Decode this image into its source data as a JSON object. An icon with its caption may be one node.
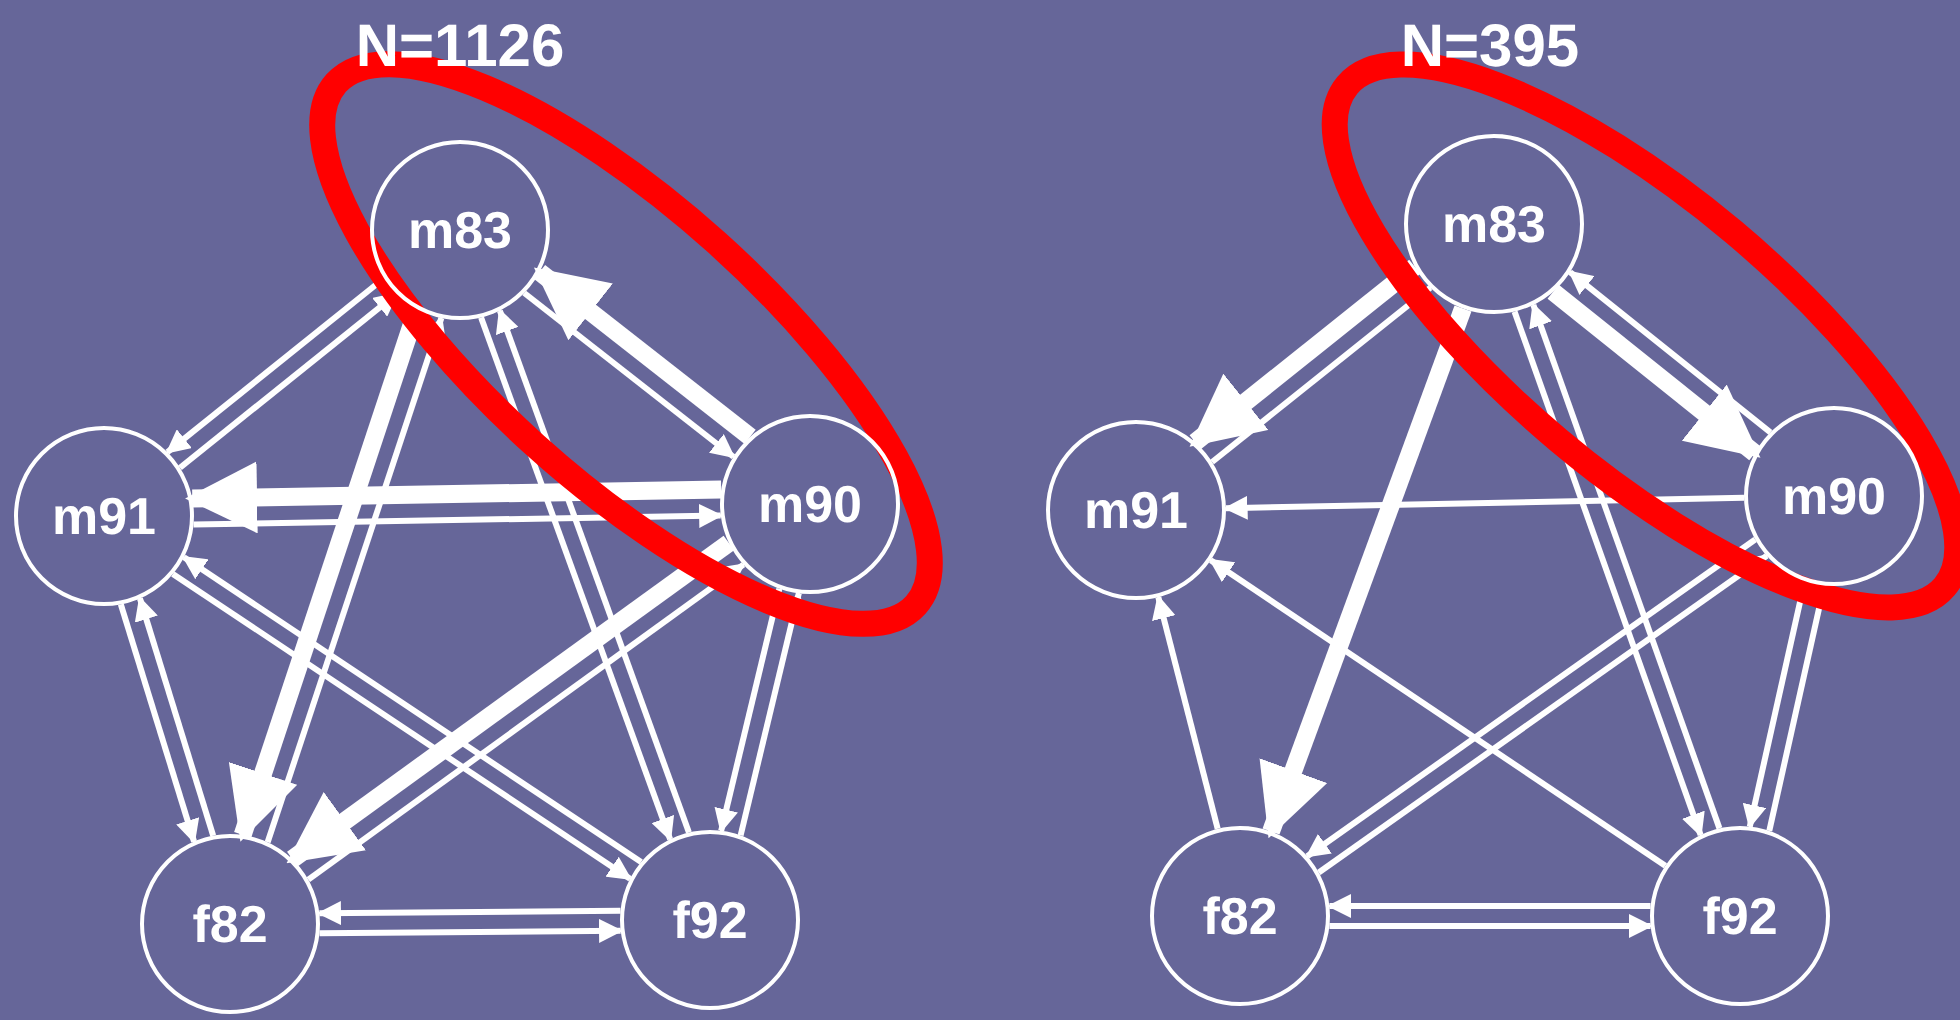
{
  "diagram": {
    "nodes": [
      {
        "text": [
          "m83"
        ]
      },
      {
        "text": [
          "m91"
        ]
      },
      {
        "text": [
          "m90"
        ]
      },
      {
        "text": [
          "f82"
        ]
      },
      {
        "text": [
          "f92"
        ]
      },
      {
        "text": [
          "m83"
        ]
      },
      {
        "text": [
          "m91"
        ]
      },
      {
        "text": [
          "m90"
        ]
      },
      {
        "text": [
          "f82"
        ]
      },
      {
        "text": [
          "f92"
        ]
      }
    ],
    "edges": [
      {
        "from": 1,
        "to": 0,
        "arrow": "to"
      },
      {
        "from": 0,
        "to": 1,
        "arrow": "to"
      },
      {
        "from": 1,
        "to": 2,
        "arrow": "to"
      },
      {
        "from": 2,
        "to": 1,
        "arrow": "to",
        "style": "thick"
      },
      {
        "from": 2,
        "to": 0,
        "arrow": "to",
        "style": "thick"
      },
      {
        "from": 0,
        "to": 2,
        "arrow": "to"
      },
      {
        "from": 0,
        "to": 3,
        "arrow": "to",
        "style": "thick"
      },
      {
        "from": 3,
        "to": 0,
        "arrow": "to"
      },
      {
        "from": 0,
        "to": 4,
        "arrow": "to"
      },
      {
        "from": 4,
        "to": 0,
        "arrow": "to"
      },
      {
        "from": 2,
        "to": 3,
        "arrow": "to",
        "style": "thick"
      },
      {
        "from": 3,
        "to": 2,
        "arrow": "to"
      },
      {
        "from": 2,
        "to": 4,
        "arrow": "to"
      },
      {
        "from": 4,
        "to": 2,
        "arrow": "to"
      },
      {
        "from": 1,
        "to": 3,
        "arrow": "to"
      },
      {
        "from": 3,
        "to": 1,
        "arrow": "to"
      },
      {
        "from": 1,
        "to": 4,
        "arrow": "to"
      },
      {
        "from": 4,
        "to": 1,
        "arrow": "to"
      },
      {
        "from": 3,
        "to": 4,
        "arrow": "to"
      },
      {
        "from": 4,
        "to": 3,
        "arrow": "to"
      },
      {
        "from": 5,
        "to": 6,
        "arrow": "to",
        "style": "thick"
      },
      {
        "from": 6,
        "to": 5,
        "arrow": "to"
      },
      {
        "from": 7,
        "to": 6,
        "arrow": "to"
      },
      {
        "from": 5,
        "to": 7,
        "arrow": "to",
        "style": "thick"
      },
      {
        "from": 7,
        "to": 5,
        "arrow": "to"
      },
      {
        "from": 5,
        "to": 8,
        "arrow": "to",
        "style": "thick"
      },
      {
        "from": 5,
        "to": 9,
        "arrow": "to"
      },
      {
        "from": 9,
        "to": 5,
        "arrow": "to"
      },
      {
        "from": 8,
        "to": 7,
        "arrow": "to"
      },
      {
        "from": 7,
        "to": 8,
        "arrow": "to"
      },
      {
        "from": 9,
        "to": 7,
        "arrow": "to"
      },
      {
        "from": 7,
        "to": 9,
        "arrow": "to"
      },
      {
        "from": 8,
        "to": 6,
        "arrow": "to"
      },
      {
        "from": 9,
        "to": 6,
        "arrow": "to"
      },
      {
        "from": 8,
        "to": 9,
        "arrow": "to"
      },
      {
        "from": 9,
        "to": 8,
        "arrow": "to"
      }
    ],
    "labels": [
      "N=1126",
      "N=395"
    ]
  }
}
